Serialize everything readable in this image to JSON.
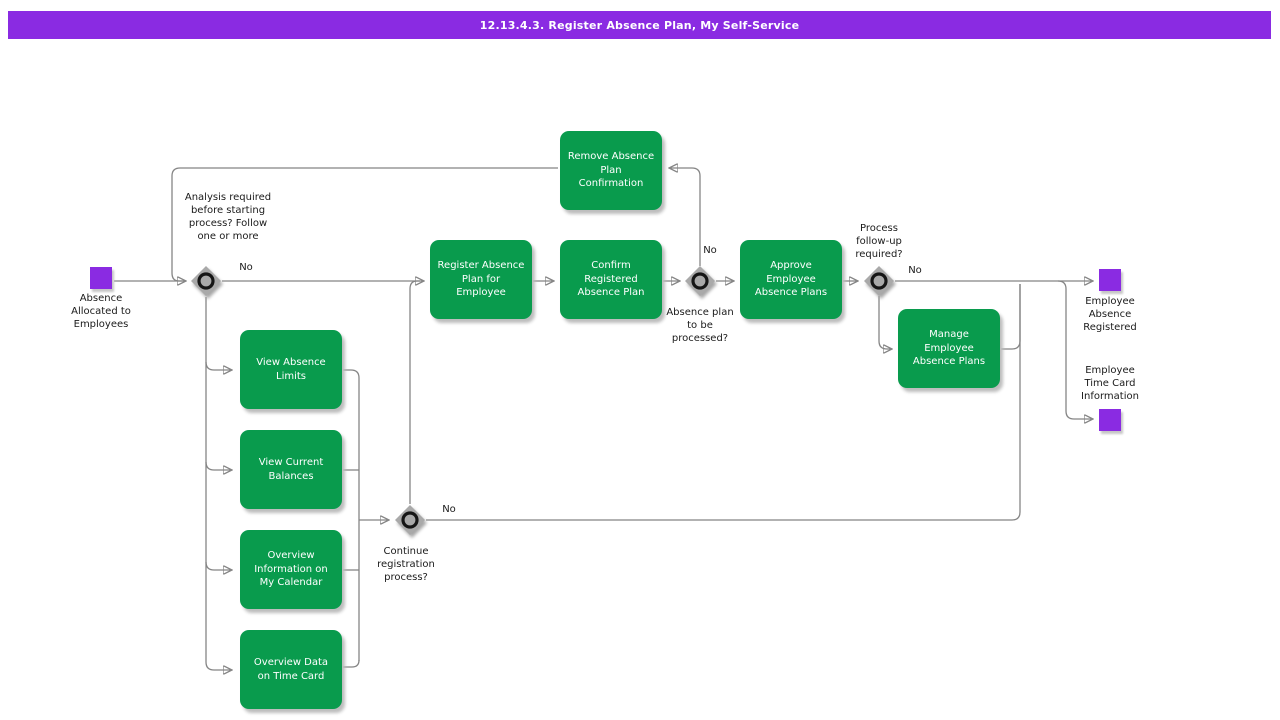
{
  "title": "12.13.4.3. Register Absence Plan, My Self-Service",
  "colors": {
    "accent_purple": "#8a2be2",
    "activity_green": "#099b4d",
    "connector_gray": "#858585",
    "decision_gray": "#a9a9a9"
  },
  "events": {
    "start": {
      "label": "Absence Allocated to Employees"
    },
    "end_registered": {
      "label": "Employee Absence Registered"
    },
    "end_timecard": {
      "label": "Employee Time Card Information"
    }
  },
  "activities": [
    {
      "id": "remove",
      "label": "Remove Absence Plan Confirmation"
    },
    {
      "id": "register",
      "label": "Register Absence Plan for Employee"
    },
    {
      "id": "confirm",
      "label": "Confirm Registered Absence Plan"
    },
    {
      "id": "approve",
      "label": "Approve Employee Absence Plans"
    },
    {
      "id": "manage",
      "label": "Manage Employee Absence Plans"
    },
    {
      "id": "view-limits",
      "label": "View Absence Limits"
    },
    {
      "id": "view-balances",
      "label": "View Current Balances"
    },
    {
      "id": "overview-calendar",
      "label": "Overview Information on My Calendar"
    },
    {
      "id": "overview-timecard",
      "label": "Overview Data on Time Card"
    }
  ],
  "decisions": [
    {
      "id": "analysis-required",
      "question": "Analysis required before starting process? Follow one or more",
      "branch_label": "No"
    },
    {
      "id": "plan-processed",
      "question": "Absence plan to be processed?",
      "branch_label": "No"
    },
    {
      "id": "follow-up",
      "question": "Process follow-up required?",
      "branch_label": "No"
    },
    {
      "id": "continue-registration",
      "question": "Continue registration process?",
      "branch_label": "No"
    }
  ]
}
